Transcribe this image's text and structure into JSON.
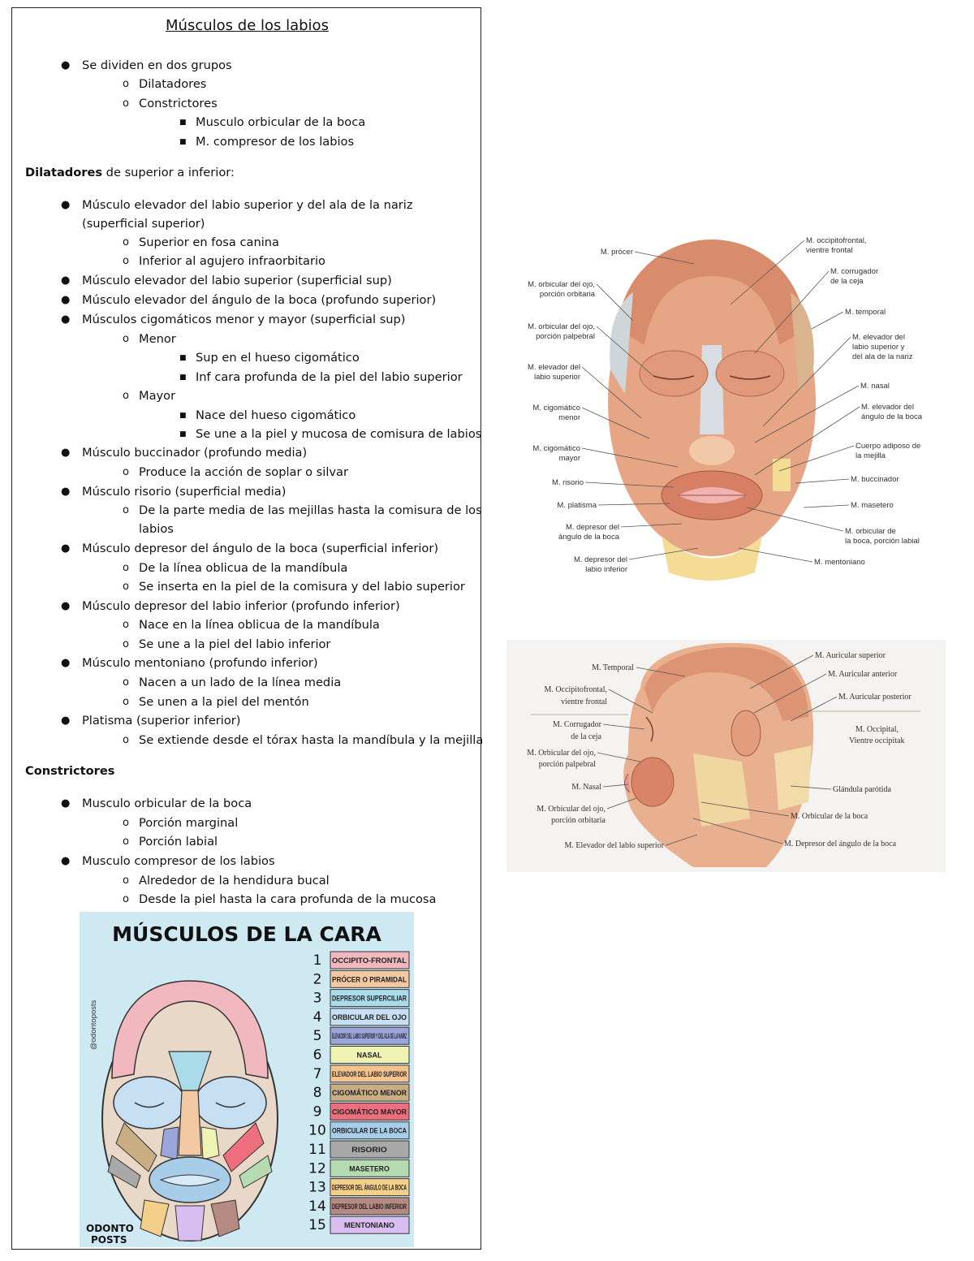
{
  "document": {
    "title": "Músculos de los labios",
    "lines": [
      {
        "lvl": 1,
        "text": "Se dividen en dos grupos"
      },
      {
        "lvl": 2,
        "text": "Dilatadores"
      },
      {
        "lvl": 2,
        "text": "Constrictores"
      },
      {
        "lvl": 3,
        "text": "Musculo orbicular de la boca"
      },
      {
        "lvl": 3,
        "text": "M. compresor de los labios"
      },
      {
        "lvl": 0,
        "bold": "Dilatadores",
        "text": " de superior a inferior:"
      },
      {
        "lvl": 1,
        "text": "Músculo elevador del labio superior y del ala de la nariz"
      },
      {
        "lvl": -1,
        "text": "(superficial superior)"
      },
      {
        "lvl": 2,
        "text": "Superior en fosa canina"
      },
      {
        "lvl": 2,
        "text": "Inferior al agujero infraorbitario"
      },
      {
        "lvl": 1,
        "text": "Músculo elevador del labio superior (superficial sup)"
      },
      {
        "lvl": 1,
        "text": "Músculo elevador del ángulo de la boca (profundo superior)"
      },
      {
        "lvl": 1,
        "text": "Músculos cigomáticos menor y mayor (superficial sup)"
      },
      {
        "lvl": 2,
        "text": "Menor"
      },
      {
        "lvl": 3,
        "text": "Sup en el hueso cigomático"
      },
      {
        "lvl": 3,
        "text": "Inf cara profunda de la piel del labio superior"
      },
      {
        "lvl": 2,
        "text": "Mayor"
      },
      {
        "lvl": 3,
        "text": "Nace del hueso cigomático"
      },
      {
        "lvl": 3,
        "text": "Se une a la piel y mucosa de comisura de labios"
      },
      {
        "lvl": 1,
        "text": "Músculo buccinador (profundo media)"
      },
      {
        "lvl": 2,
        "text": "Produce la acción de soplar o silvar"
      },
      {
        "lvl": 1,
        "text": "Músculo risorio (superficial media)"
      },
      {
        "lvl": 2,
        "text": "De la parte media de las mejillas hasta la comisura de los"
      },
      {
        "lvl": -2,
        "text": "labios"
      },
      {
        "lvl": 1,
        "text": "Músculo depresor del ángulo de la boca (superficial inferior)"
      },
      {
        "lvl": 2,
        "text": "De la línea oblicua de la mandíbula"
      },
      {
        "lvl": 2,
        "text": "Se inserta en la piel de la comisura y del labio superior"
      },
      {
        "lvl": 1,
        "text": "Músculo depresor del labio inferior (profundo inferior)"
      },
      {
        "lvl": 2,
        "text": "Nace en la línea oblicua de la mandíbula"
      },
      {
        "lvl": 2,
        "text": "Se une a la piel del labio inferior"
      },
      {
        "lvl": 1,
        "text": "Músculo mentoniano (profundo inferior)"
      },
      {
        "lvl": 2,
        "text": "Nacen a un lado de la línea media"
      },
      {
        "lvl": 2,
        "text": "Se unen a la piel del mentón"
      },
      {
        "lvl": 1,
        "text": "Platisma (superior inferior)"
      },
      {
        "lvl": 2,
        "text": "Se extiende desde el tórax hasta la mandíbula y la mejilla"
      },
      {
        "lvl": 0,
        "bold": "Constrictores",
        "text": ""
      },
      {
        "lvl": 1,
        "text": "Musculo orbicular de la boca"
      },
      {
        "lvl": 2,
        "text": "Porción marginal"
      },
      {
        "lvl": 2,
        "text": "Porción labial"
      },
      {
        "lvl": 1,
        "text": "Musculo compresor de los labios"
      },
      {
        "lvl": 2,
        "text": "Alrededor de la hendidura bucal"
      },
      {
        "lvl": 2,
        "text": "Desde la piel hasta la cara profunda de la mucosa"
      }
    ]
  },
  "bullets": {
    "l1": "●",
    "l2": "o",
    "l3": "■"
  },
  "poster": {
    "title": "MÚSCULOS DE LA CARA",
    "brand_line1": "ODONTO",
    "brand_line2": "POSTS",
    "watermark": "@odontoposts",
    "rows": [
      {
        "n": "1",
        "label": "OCCIPITO-FRONTAL",
        "color": "#f2b8c0"
      },
      {
        "n": "2",
        "label": "PRÓCER O PIRAMIDAL",
        "color": "#f3c9a4"
      },
      {
        "n": "3",
        "label": "DEPRESOR SUPERCILIAR",
        "color": "#a9dbe8"
      },
      {
        "n": "4",
        "label": "ORBICULAR DEL OJO",
        "color": "#c7dff2"
      },
      {
        "n": "5",
        "label": "ELEVADOR DEL LABIO SUPERIOR Y DEL ALA DE LA NARIZ",
        "color": "#9aa6dc"
      },
      {
        "n": "6",
        "label": "NASAL",
        "color": "#eef3b1"
      },
      {
        "n": "7",
        "label": "ELEVADOR DEL LABIO SUPERIOR",
        "color": "#f2c38d"
      },
      {
        "n": "8",
        "label": "CIGOMÁTICO MENOR",
        "color": "#c9ae84"
      },
      {
        "n": "9",
        "label": "CIGOMÁTICO MAYOR",
        "color": "#ef6e7e"
      },
      {
        "n": "10",
        "label": "ORBICULAR DE LA BOCA",
        "color": "#a8cde8"
      },
      {
        "n": "11",
        "label": "RISORIO",
        "color": "#a9a9a9"
      },
      {
        "n": "12",
        "label": "MASETERO",
        "color": "#b6dbb0"
      },
      {
        "n": "13",
        "label": "DEPRESOR DEL ÁNGULO DE LA BOCA",
        "color": "#f4cf8a"
      },
      {
        "n": "14",
        "label": "DEPRESOR DEL LABIO INFERIOR",
        "color": "#b58a83"
      },
      {
        "n": "15",
        "label": "MENTONIANO",
        "color": "#d9bdf0"
      }
    ]
  },
  "figure_front": {
    "labels_left": [
      "M. prócer",
      "M. orbicular del ojo,",
      "porción orbitaria",
      "M. orbicular del ojo,",
      "porción palpebral",
      "M. elevador del",
      "labio superior",
      "M. cigomático",
      "menor",
      "M. cigomático",
      "mayor",
      "M. risorio",
      "M. platisma",
      "M. depresor del",
      "ángulo de la boca",
      "M. depresor del",
      "labio inferior"
    ],
    "labels_right": [
      "M. occipitofrontal,",
      "vientre frontal",
      "M. corrugador",
      "de la ceja",
      "M. temporal",
      "M. elevador del",
      "labio superior y",
      "del ala de la nariz",
      "M. nasal",
      "M. elevador del",
      "ángulo de la boca",
      "Cuerpo adiposo de",
      "la mejilla",
      "M. buccinador",
      "M. masetero",
      "M. orbicular de",
      "la boca, porción labial",
      "M. mentoniano"
    ]
  },
  "figure_side": {
    "labels_left": [
      "M. Temporal",
      "M. Occipitofrontal,",
      "vientre frontal",
      "M. Corrugador",
      "de la ceja",
      "M. Orbicular del ojo,",
      "porción palpebral",
      "M. Nasal",
      "M. Orbicular del ojo,",
      "porción orbitaria",
      "M. Elevador del labio superior"
    ],
    "labels_right": [
      "M. Auricular superior",
      "M. Auricular anterior",
      "M. Auricular posterior",
      "M. Occipital,",
      "Vientre occipitak",
      "Glándula parótida",
      "M. Orbicular de la boca",
      "M. Depresor del ángulo de la boca"
    ]
  }
}
